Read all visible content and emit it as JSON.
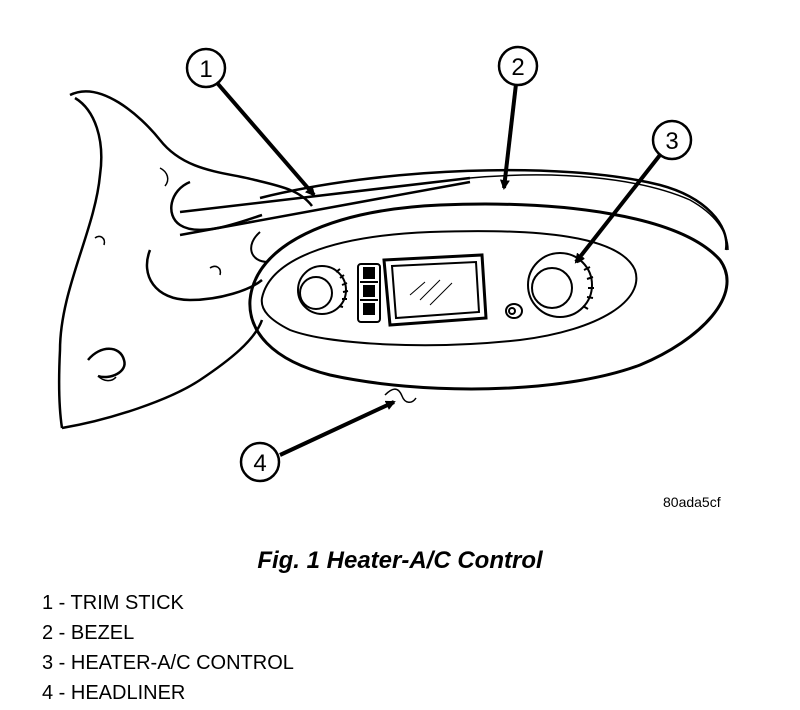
{
  "callouts": [
    {
      "num": "1"
    },
    {
      "num": "2"
    },
    {
      "num": "3"
    },
    {
      "num": "4"
    }
  ],
  "image_code": "80ada5cf",
  "caption": "Fig. 1 Heater-A/C Control",
  "legend": [
    "1 - TRIM STICK",
    "2 - BEZEL",
    "3 - HEATER-A/C CONTROL",
    "4 - HEADLINER"
  ]
}
